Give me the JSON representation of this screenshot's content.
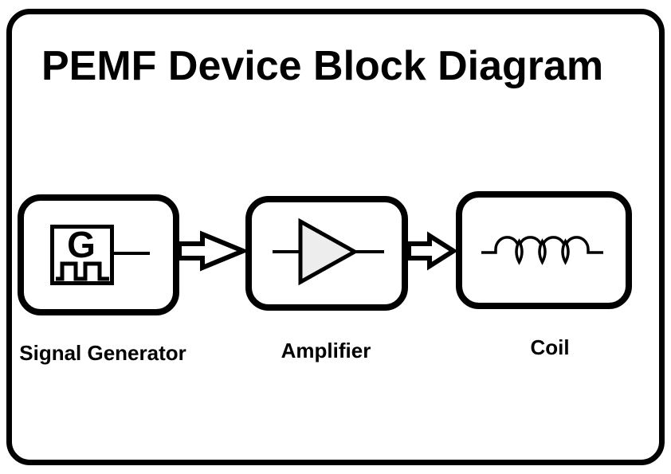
{
  "diagram": {
    "title": "PEMF Device Block Diagram",
    "colors": {
      "stroke": "#000000",
      "background": "#ffffff",
      "amplifier_fill": "#ededed"
    },
    "blocks": [
      {
        "id": "signal-generator",
        "label": "Signal Generator",
        "icon": "signal-generator-icon",
        "symbol_letter": "G"
      },
      {
        "id": "amplifier",
        "label": "Amplifier",
        "icon": "amplifier-triangle-icon"
      },
      {
        "id": "coil",
        "label": "Coil",
        "icon": "inductor-coil-icon"
      }
    ],
    "connections": [
      {
        "from": "signal-generator",
        "to": "amplifier",
        "type": "block-arrow-right"
      },
      {
        "from": "amplifier",
        "to": "coil",
        "type": "block-arrow-right"
      }
    ]
  }
}
